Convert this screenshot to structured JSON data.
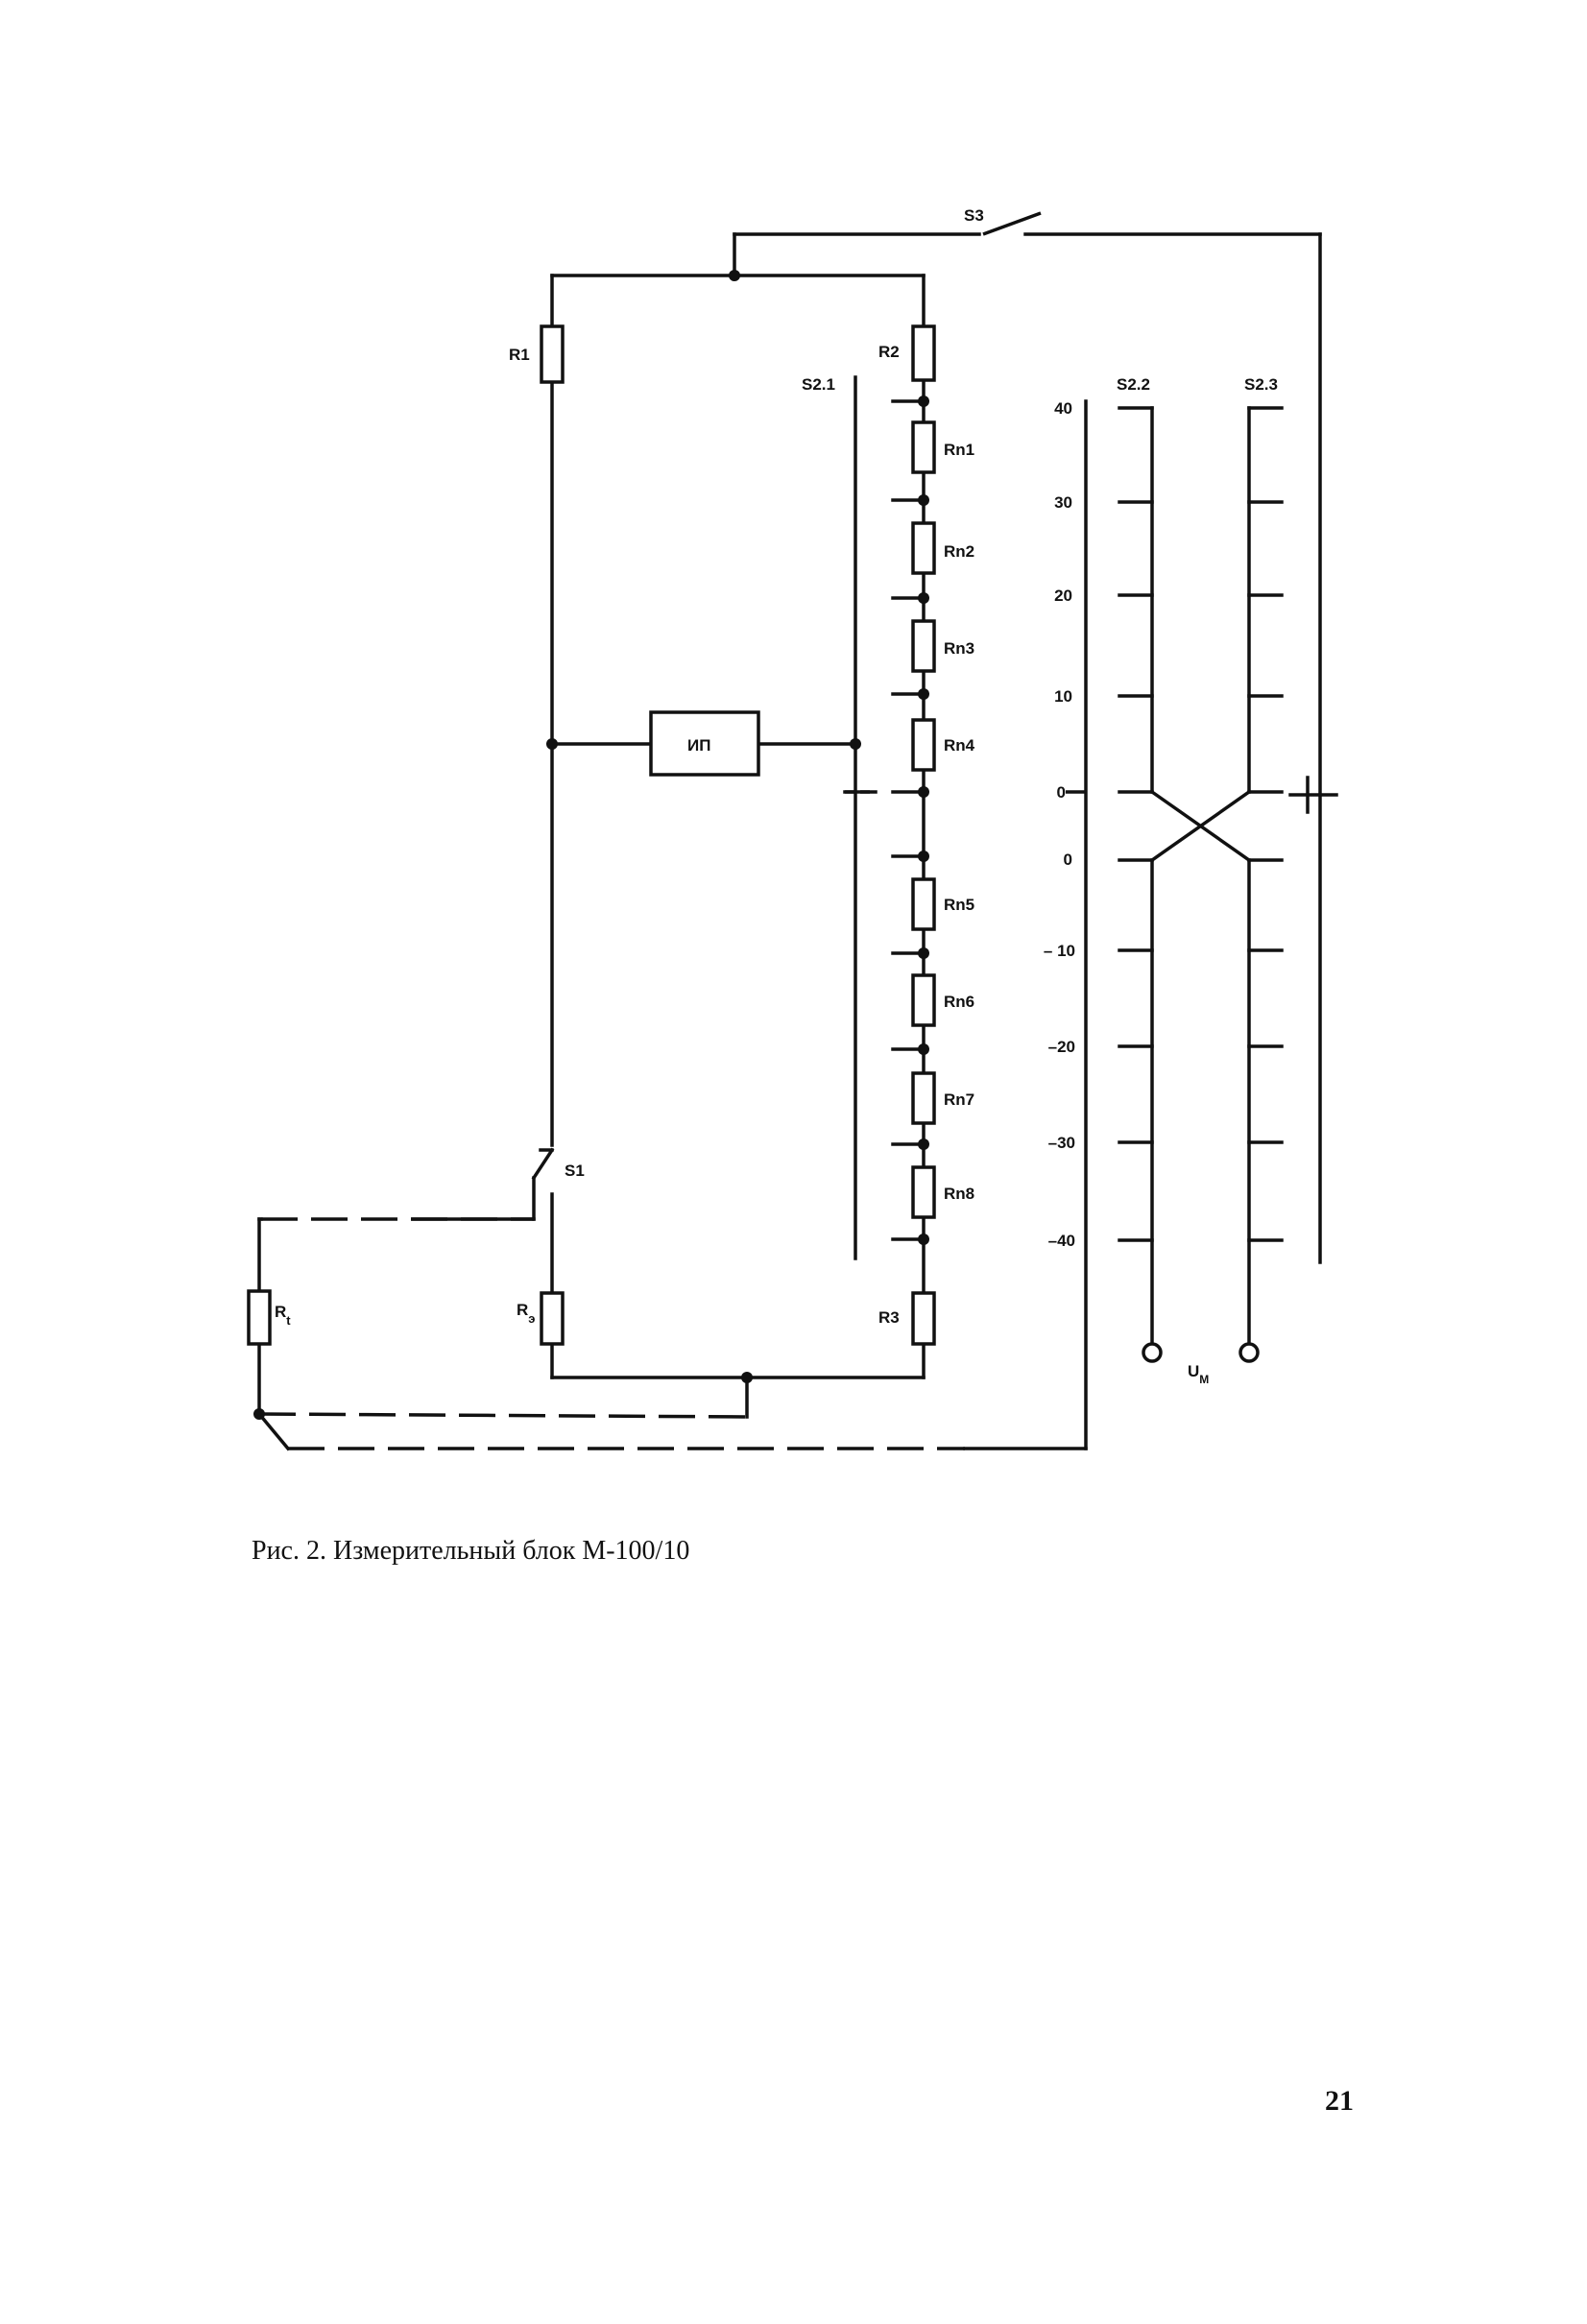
{
  "figure": {
    "caption": "Рис. 2. Измерительный блок М-100/10",
    "page_number": "21"
  },
  "components": {
    "r1": "R1",
    "r2": "R2",
    "r3": "R3",
    "rn1": "Rn1",
    "rn2": "Rn2",
    "rn3": "Rn3",
    "rn4": "Rn4",
    "rn5": "Rn5",
    "rn6": "Rn6",
    "rn7": "Rn7",
    "rn8": "Rn8",
    "rt_main": "R",
    "rt_sub": "t",
    "re_main": "R",
    "re_sub": "э",
    "meter": "ИП",
    "s1": "S1",
    "s3": "S3",
    "s2_1": "S2.1",
    "s2_2": "S2.2",
    "s2_3": "S2.3",
    "um_main": "U",
    "um_sub": "M"
  },
  "scale": {
    "upper": [
      "40",
      "30",
      "20",
      "10",
      "0"
    ],
    "lower": [
      "0",
      "– 10",
      "–20",
      "–30",
      "–40"
    ]
  }
}
